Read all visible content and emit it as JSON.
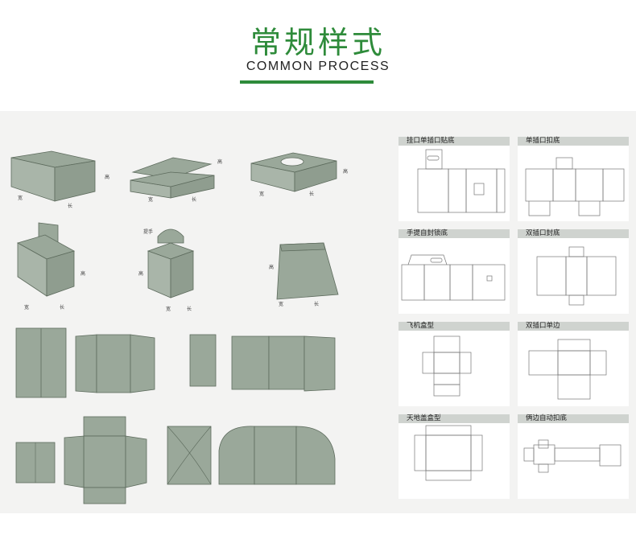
{
  "header": {
    "title_cn": "常规样式",
    "title_en": "COMMON PROCESS"
  },
  "colors": {
    "accent_green": "#2e8b3a",
    "box_fill": "#9aa89a",
    "panel_bg": "#f3f3f2"
  },
  "dimension_labels": {
    "height": "高",
    "width": "宽",
    "length": "长",
    "handle": "提手"
  },
  "dieline_types": [
    "挂口单插口贴底",
    "单插口扣底",
    "手提自封锁底",
    "双插口封底",
    "飞机盒型",
    "双插口单边",
    "天地盖盒型",
    "俩边自动扣底"
  ]
}
